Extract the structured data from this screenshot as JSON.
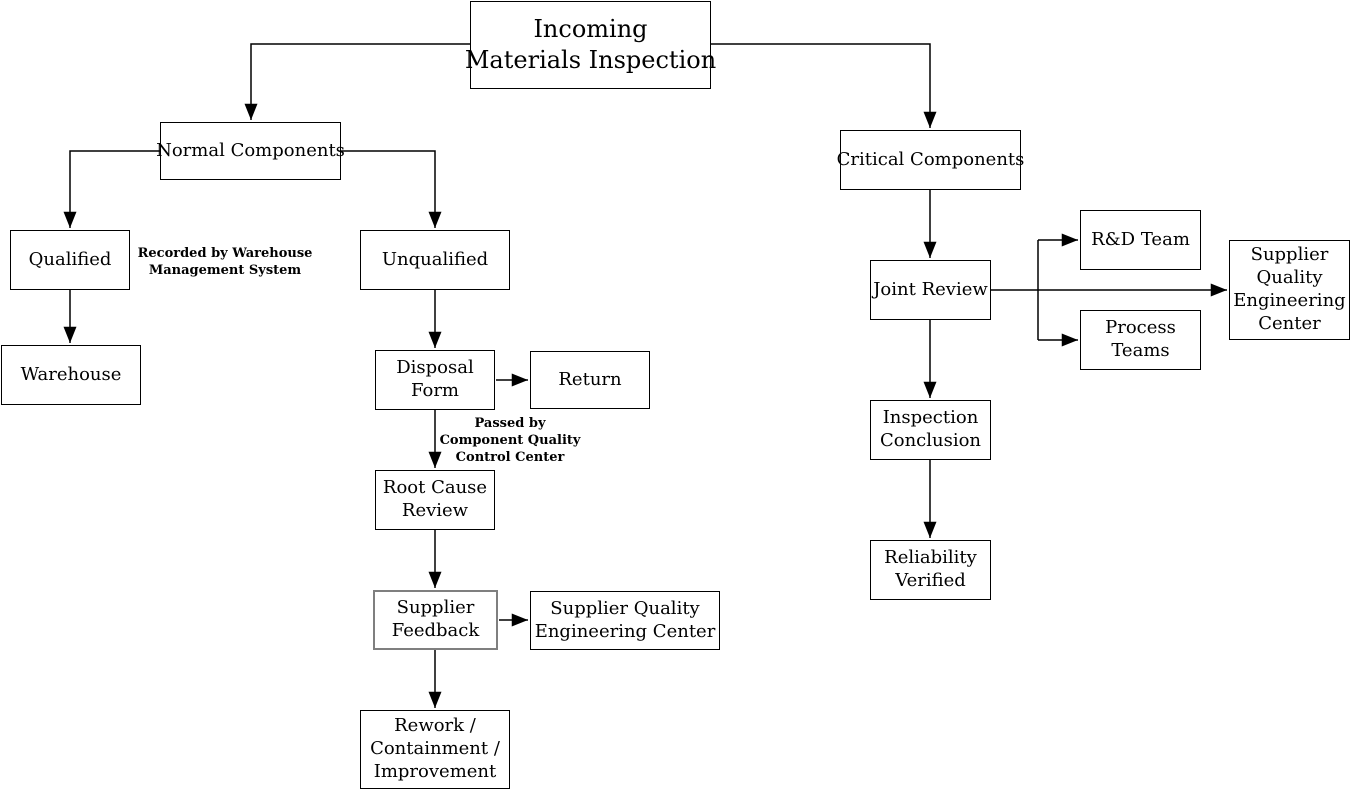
{
  "diagram": {
    "background_color": "#ffffff",
    "colors": {
      "node_fill": "#ffffff",
      "node_border": "#000000",
      "edge_line": "#000000",
      "text": "#000000",
      "highlight_border": "#7f7f7f"
    },
    "nodes": [
      {
        "id": "incoming-materials-inspection",
        "label": "Incoming\nMaterials Inspection"
      },
      {
        "id": "normal-components",
        "label": "Normal Components"
      },
      {
        "id": "critical-components",
        "label": "Critical Components"
      },
      {
        "id": "qualified",
        "label": "Qualified"
      },
      {
        "id": "unqualified",
        "label": "Unqualified"
      },
      {
        "id": "warehouse",
        "label": "Warehouse"
      },
      {
        "id": "disposal-form",
        "label": "Disposal\nForm"
      },
      {
        "id": "return",
        "label": "Return"
      },
      {
        "id": "root-cause-review",
        "label": "Root Cause\nReview"
      },
      {
        "id": "supplier-feedback",
        "label": "Supplier\nFeedback"
      },
      {
        "id": "supplier-quality-engineering-center-left",
        "label": "Supplier Quality\nEngineering Center"
      },
      {
        "id": "rework-containment-improvement",
        "label": "Rework /\nContainment /\nImprovement"
      },
      {
        "id": "joint-review",
        "label": "Joint Review"
      },
      {
        "id": "rd-team",
        "label": "R&D Team"
      },
      {
        "id": "process-teams",
        "label": "Process\nTeams"
      },
      {
        "id": "supplier-quality-engineering-center-right",
        "label": "Supplier\nQuality\nEngineering\nCenter"
      },
      {
        "id": "inspection-conclusion",
        "label": "Inspection\nConclusion"
      },
      {
        "id": "reliability-verified",
        "label": "Reliability\nVerified"
      }
    ],
    "annotations": [
      {
        "id": "recorded-by-wms",
        "label": "Recorded by Warehouse\nManagement System"
      },
      {
        "id": "passed-by-cqcc",
        "label": "Passed by\nComponent Quality\nControl Center"
      }
    ],
    "edges": [
      {
        "from": "incoming-materials-inspection",
        "to": "normal-components"
      },
      {
        "from": "incoming-materials-inspection",
        "to": "critical-components"
      },
      {
        "from": "normal-components",
        "to": "qualified"
      },
      {
        "from": "normal-components",
        "to": "unqualified"
      },
      {
        "from": "qualified",
        "to": "warehouse"
      },
      {
        "from": "unqualified",
        "to": "disposal-form"
      },
      {
        "from": "disposal-form",
        "to": "return"
      },
      {
        "from": "disposal-form",
        "to": "root-cause-review"
      },
      {
        "from": "root-cause-review",
        "to": "supplier-feedback"
      },
      {
        "from": "supplier-feedback",
        "to": "supplier-quality-engineering-center-left"
      },
      {
        "from": "supplier-feedback",
        "to": "rework-containment-improvement"
      },
      {
        "from": "critical-components",
        "to": "joint-review"
      },
      {
        "from": "joint-review",
        "to": "rd-team"
      },
      {
        "from": "joint-review",
        "to": "process-teams"
      },
      {
        "from": "joint-review",
        "to": "supplier-quality-engineering-center-right"
      },
      {
        "from": "joint-review",
        "to": "inspection-conclusion"
      },
      {
        "from": "inspection-conclusion",
        "to": "reliability-verified"
      }
    ]
  }
}
